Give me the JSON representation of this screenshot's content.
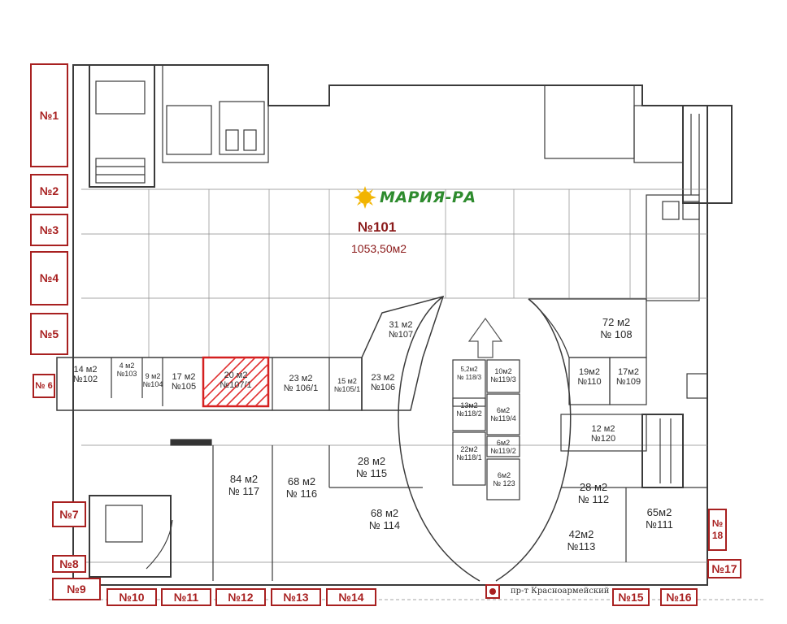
{
  "anchor": {
    "brand": "МАРИЯ-РА",
    "number": "№101",
    "area": "1053,50м2"
  },
  "units": [
    {
      "id": "u102",
      "area": "14 м2",
      "num": "№102"
    },
    {
      "id": "u103",
      "area": "4 м2",
      "num": "№103"
    },
    {
      "id": "u104",
      "area": "9 м2",
      "num": "№104"
    },
    {
      "id": "u105",
      "area": "17 м2",
      "num": "№105"
    },
    {
      "id": "u107_1",
      "area": "20 м2",
      "num": "№107/1"
    },
    {
      "id": "u106_1",
      "area": "23 м2",
      "num": "№ 106/1"
    },
    {
      "id": "u105_1",
      "area": "15 м2",
      "num": "№105/1"
    },
    {
      "id": "u106",
      "area": "23 м2",
      "num": "№106"
    },
    {
      "id": "u107",
      "area": "31 м2",
      "num": "№107"
    },
    {
      "id": "u108",
      "area": "72 м2",
      "num": "№ 108"
    },
    {
      "id": "u110",
      "area": "19м2",
      "num": "№110"
    },
    {
      "id": "u109",
      "area": "17м2",
      "num": "№109"
    },
    {
      "id": "u120",
      "area": "12 м2",
      "num": "№120"
    },
    {
      "id": "u119_3",
      "area": "10м2",
      "num": "№119/3"
    },
    {
      "id": "u118_3",
      "area": "5,2м2",
      "num": "№ 118/3"
    },
    {
      "id": "u118_2",
      "area": "13м2",
      "num": "№118/2"
    },
    {
      "id": "u119_4",
      "area": "6м2",
      "num": "№119/4"
    },
    {
      "id": "u119_2",
      "area": "6м2",
      "num": "№119/2"
    },
    {
      "id": "u118_1",
      "area": "22м2",
      "num": "№118/1"
    },
    {
      "id": "u123",
      "area": "6м2",
      "num": "№ 123"
    },
    {
      "id": "u115",
      "area": "28 м2",
      "num": "№ 115"
    },
    {
      "id": "u117",
      "area": "84 м2",
      "num": "№ 117"
    },
    {
      "id": "u116",
      "area": "68 м2",
      "num": "№ 116"
    },
    {
      "id": "u114",
      "area": "68 м2",
      "num": "№ 114"
    },
    {
      "id": "u112",
      "area": "28 м2",
      "num": "№ 112"
    },
    {
      "id": "u113",
      "area": "42м2",
      "num": "№113"
    },
    {
      "id": "u111",
      "area": "65м2",
      "num": "№111"
    }
  ],
  "tags": [
    "№1",
    "№2",
    "№3",
    "№4",
    "№5",
    "№ 6",
    "№7",
    "№8",
    "№9",
    "№10",
    "№11",
    "№12",
    "№13",
    "№14",
    "№15",
    "№16",
    "№17",
    "№ 18"
  ],
  "street": "пр-т Красноармейский"
}
